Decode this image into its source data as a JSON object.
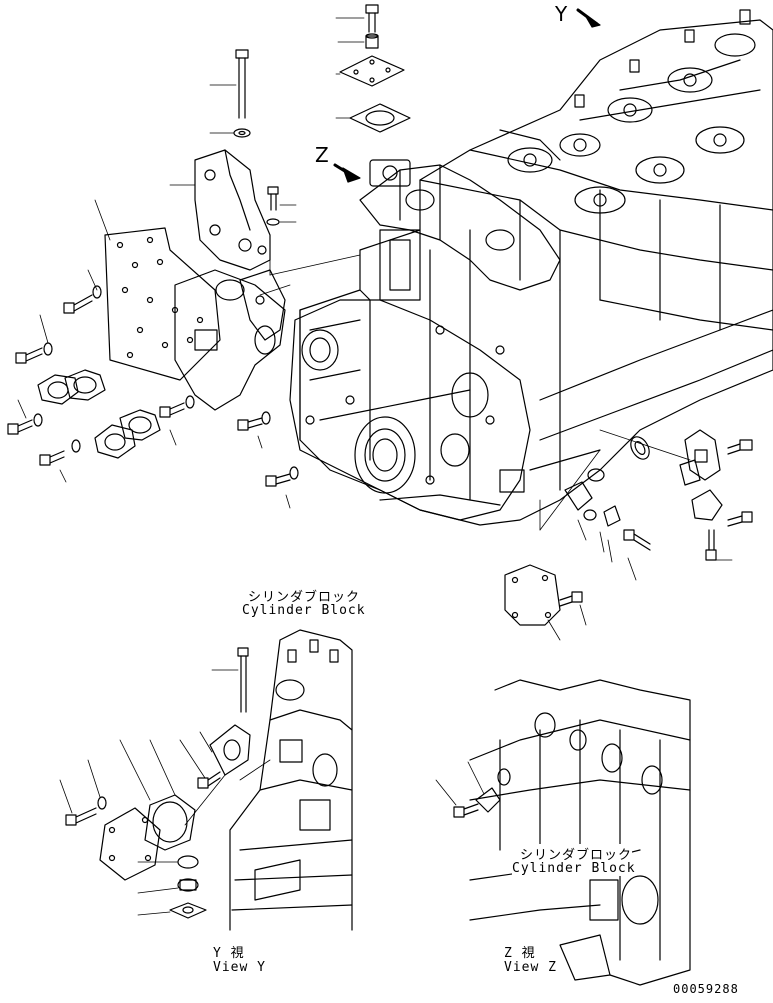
{
  "views": {
    "y_arrow": "Y",
    "z_arrow": "Z",
    "y_view_jp": "Y 視",
    "y_view_en": "View Y",
    "z_view_jp": "Z 視",
    "z_view_en": "View Z"
  },
  "labels": {
    "cylinder_block_jp_1": "シリンダブロック",
    "cylinder_block_en_1": "Cylinder Block",
    "cylinder_block_jp_2": "シリンダブロック",
    "cylinder_block_en_2": "Cylinder Block"
  },
  "drawing_number": "00059288"
}
